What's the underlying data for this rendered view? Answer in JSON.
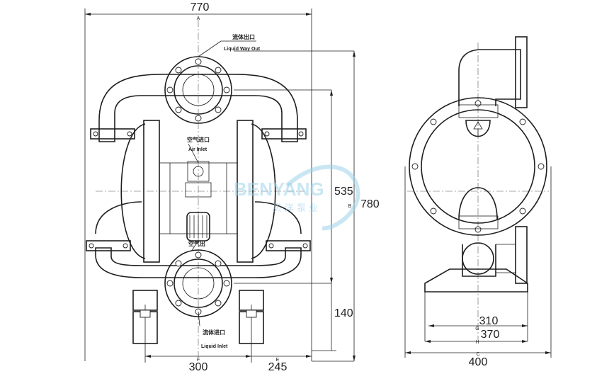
{
  "dimensions": {
    "overall_width": {
      "value": "770",
      "letter": "A"
    },
    "overall_height": {
      "value": "780",
      "letter": "B"
    },
    "center_height": {
      "value": "535"
    },
    "inlet_height": {
      "value": "140"
    },
    "foot_spacing": {
      "value": "300",
      "letter": "F"
    },
    "foot_offset": {
      "value": "245",
      "letter": "E"
    },
    "base_inner": {
      "value": "310",
      "letter": "G"
    },
    "base_outer": {
      "value": "370",
      "letter": "H"
    },
    "side_width": {
      "value": "400",
      "letter": "C"
    }
  },
  "labels": {
    "outlet_cn": "流体出口",
    "outlet_en": "Liquid Way Out",
    "air_inlet_cn": "空气进口",
    "air_inlet_en": "Air Inlet",
    "air_outlet_cn": "空气出",
    "inlet_cn": "流体进口",
    "inlet_en": "Liquid Inlet"
  },
  "watermark": {
    "brand": "BENYANG",
    "brand_cn": "贝洋泵业"
  }
}
